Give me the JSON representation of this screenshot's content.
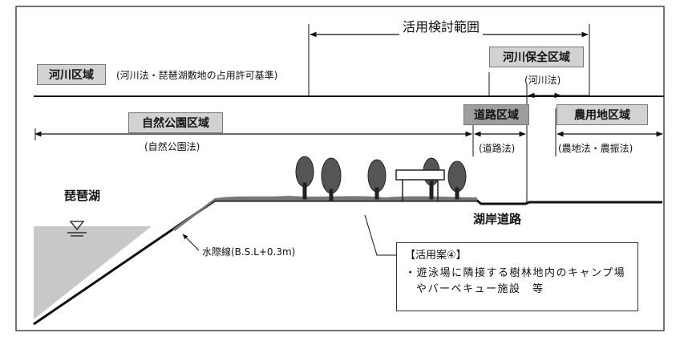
{
  "title": "活用検討範囲",
  "zones": {
    "river_zone": {
      "label": "河川区域",
      "law": "(河川法・琵琶湖敷地の占用許可基準)"
    },
    "river_conservation_zone": {
      "label": "河川保全区域",
      "law": "(河川法)"
    },
    "natural_park_zone": {
      "label": "自然公園区域",
      "law": "(自然公園法)"
    },
    "road_zone": {
      "label": "道路区域",
      "law": "(道路法)"
    },
    "farmland_zone": {
      "label": "農用地区域",
      "law": "(農地法・農振法)"
    }
  },
  "places": {
    "lake": "琵琶湖",
    "lakeside_road": "湖岸道路",
    "waterline": "水際線(B.S.L+0.3m)"
  },
  "proposal": {
    "heading": "【活用案④】",
    "body": "・遊泳場に隣接する樹林地内のキャンプ場やバーベキュー施設　等"
  },
  "colors": {
    "label_fill": "#d2d2d2",
    "label_fill_dark": "#9e9e9e",
    "water": "#c8c8c8",
    "line": "#111111"
  }
}
